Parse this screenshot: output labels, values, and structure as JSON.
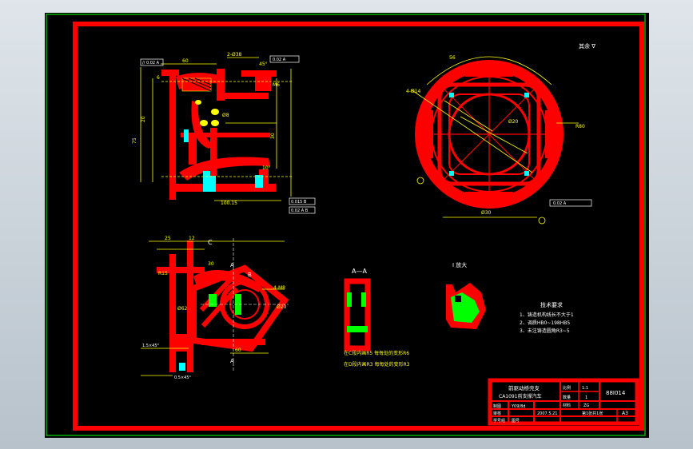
{
  "drawing": {
    "main_view_dims": [
      "6",
      "20",
      "M6",
      "2-Ø38",
      "Ø8",
      "45°",
      "75",
      "30",
      "60"
    ],
    "side_view_dims": [
      "10°",
      "100.15"
    ],
    "plan_view_dims": [
      "4-Ø14",
      "R80",
      "56",
      "Ø30",
      "Ø20"
    ],
    "tolerance_frames": [
      "// 0.02 A",
      "0.02 A",
      "0.015 B",
      "0.02 A B"
    ],
    "lower_view_labels": [
      "C",
      "A",
      "B",
      "A",
      "4-M8",
      "1.5×45°",
      "0.5×45°"
    ],
    "lower_view_dims": [
      "25",
      "12",
      "R15",
      "Ø62",
      "60",
      "Ø20",
      "30"
    ]
  },
  "section": {
    "title": "A—A",
    "note1": "在C段内画R5 每每处的变形R6",
    "note2": "在D段内画R3 每每处的变形R3"
  },
  "detail": {
    "title": "I 放大"
  },
  "roughness_mark": "其余 ∇",
  "tech": {
    "title": "技术要求",
    "items": [
      "1、铸造机构线长不大于1",
      "2、调质HB0~198HB5",
      "3、未注铸造圆角R3~5"
    ]
  },
  "title_block": {
    "name_line1": "前驱动桥壳支",
    "name_line2": "CA1091前支撑汽车",
    "drawing_no": "88I014",
    "row_labels": [
      "制图",
      "审核",
      "学号组"
    ],
    "cells": [
      "比例",
      "1:1",
      "数量",
      "1",
      "材料",
      "ZG"
    ],
    "dates": [
      "2007.5.21",
      "第1张共1张",
      "图号"
    ],
    "person": "Y09/8d",
    "sheet": "A3"
  },
  "colors": {
    "line": "#ff0000",
    "dims": "#ffff00",
    "hatch": "#00ffff",
    "green": "#00ff00",
    "bg": "#000000"
  }
}
